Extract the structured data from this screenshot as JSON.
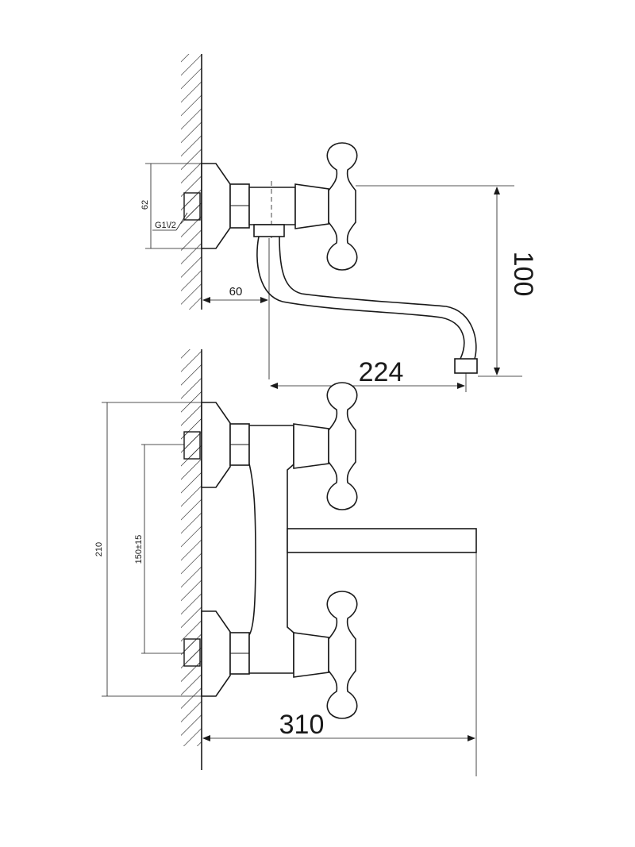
{
  "dimensions": {
    "spout_reach": "224",
    "spout_height": "100",
    "wall_to_spout": "60",
    "flange_height": "62",
    "thread_size": "G1\\/2",
    "overall_height": "210",
    "inlet_spacing": "150±15",
    "overall_depth": "310"
  },
  "colors": {
    "line": "#1a1a1a",
    "background": "#ffffff"
  }
}
